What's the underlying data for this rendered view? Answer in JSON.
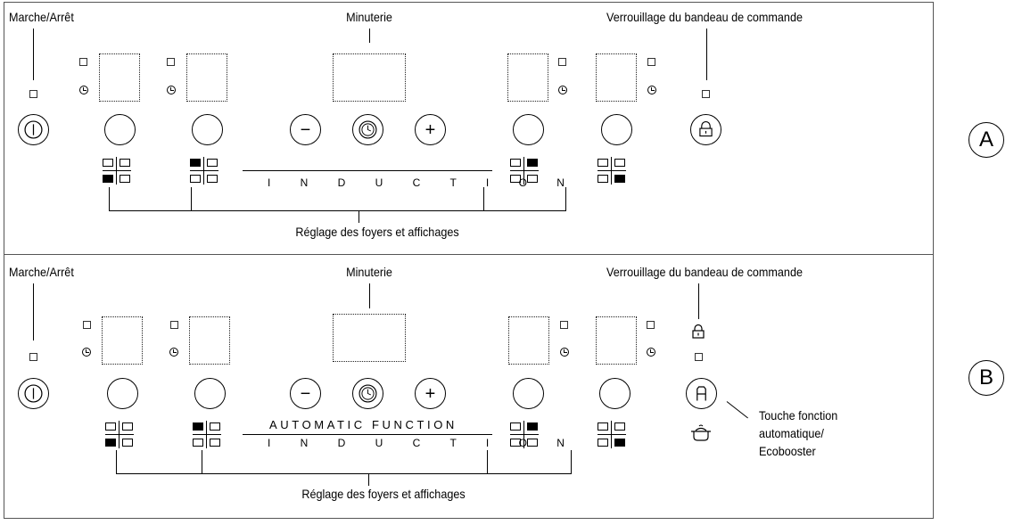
{
  "labels": {
    "power": "Marche/Arrêt",
    "timer": "Minuterie",
    "lock": "Verrouillage du bandeau de commande",
    "zones": "Réglage des foyers et affichages",
    "auto": "Touche fonction automatique/ Ecobooster",
    "auto_line1": "Touche fonction",
    "auto_line2": "automatique/",
    "auto_line3": "Ecobooster"
  },
  "panels": [
    {
      "id": "A",
      "letter": "A",
      "band_text": "I N D U C T I O N"
    },
    {
      "id": "B",
      "letter": "B",
      "band_text_top": "AUTOMATIC FUNCTION",
      "band_text": "I N D U C T I O N"
    }
  ],
  "symbols": {
    "minus": "−",
    "plus": "+",
    "auto_key": "A"
  },
  "icons": [
    "power-icon",
    "timer-icon",
    "minus-icon",
    "plus-icon",
    "lock-icon",
    "zone-indicator-icon",
    "pot-icon"
  ]
}
